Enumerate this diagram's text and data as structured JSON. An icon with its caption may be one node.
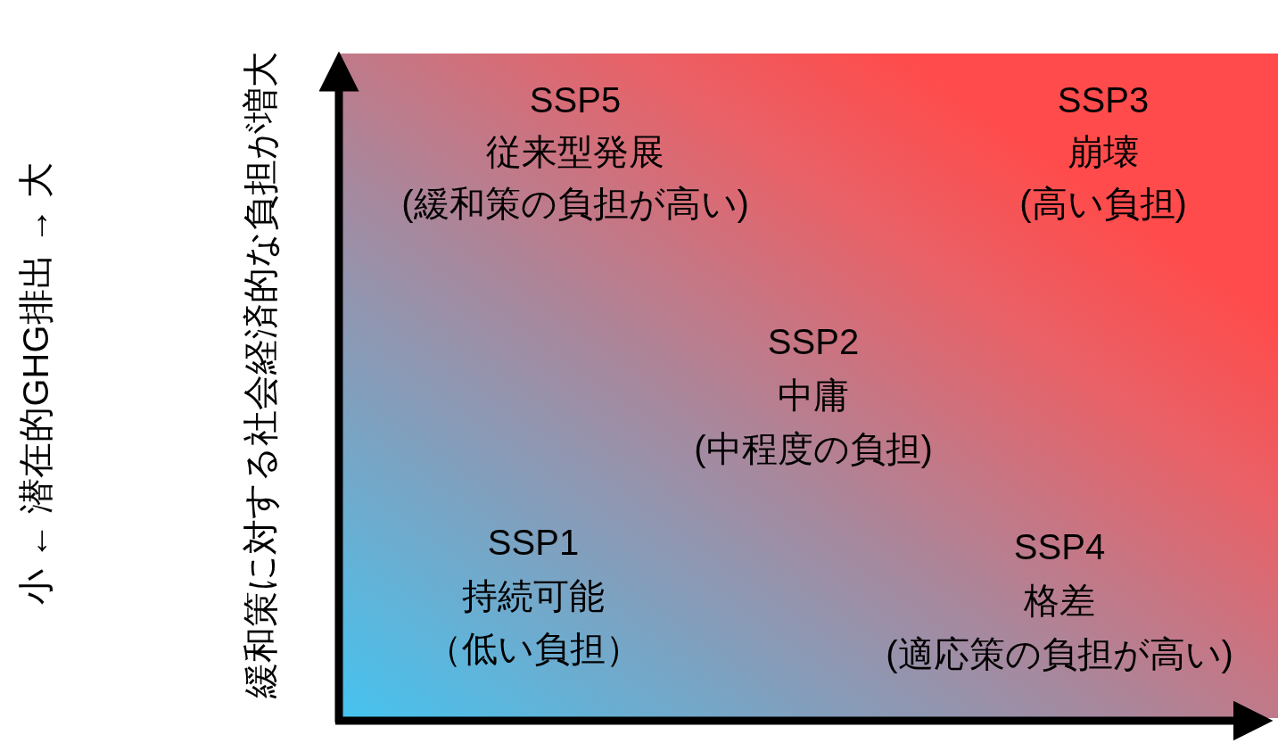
{
  "diagram": {
    "labels": [
      "小 ← 潜在的GHG排出 → 大",
      "緩和策に対する社会経済的な負担が増大",
      "SSP5",
      "従来型発展",
      "(緩和策の負担が高い)",
      "SSP3",
      "崩壊",
      "(高い負担)",
      "SSP2",
      "中庸",
      "(中程度の負担)",
      "SSP1",
      "持続可能",
      "（低い負担）",
      "SSP4",
      "格差",
      "(適応策の負担が高い)"
    ]
  }
}
